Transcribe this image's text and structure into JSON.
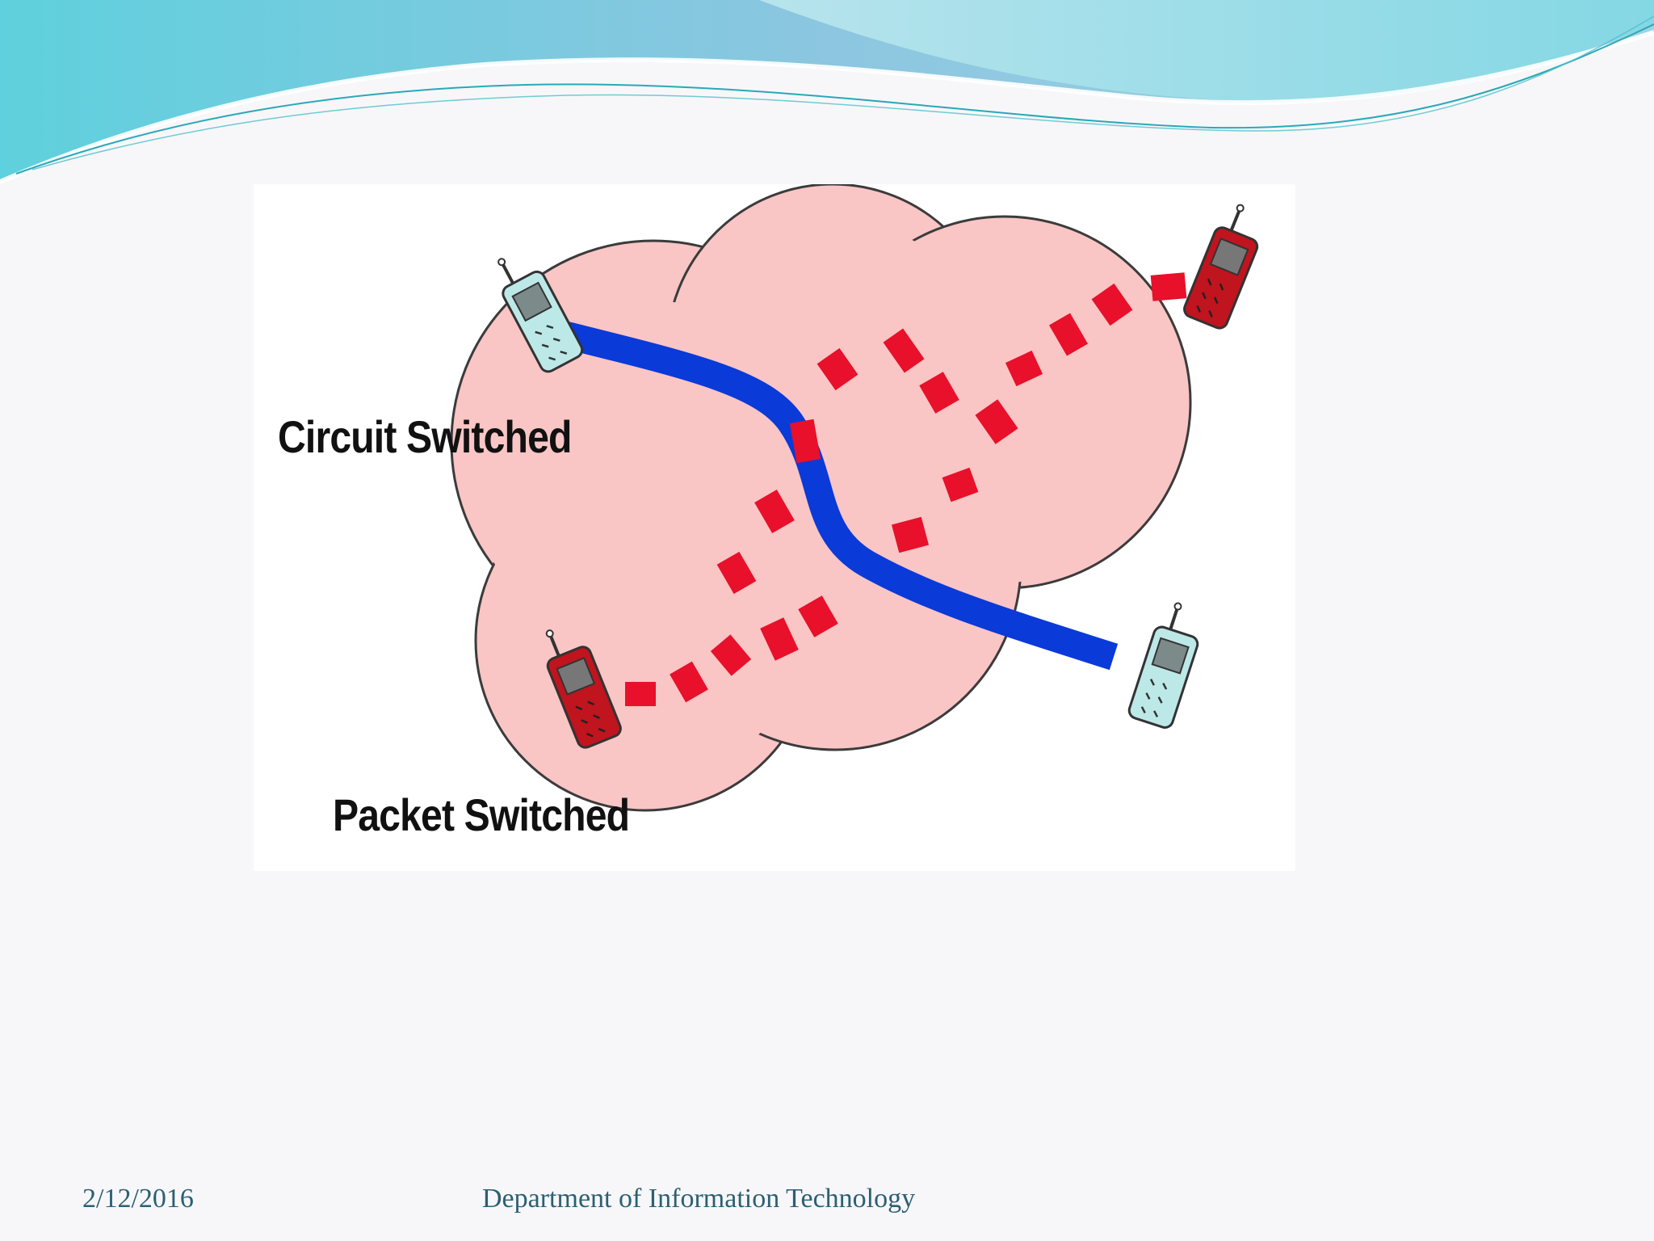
{
  "diagram": {
    "label_circuit": "Circuit Switched",
    "label_packet": "Packet Switched"
  },
  "footer": {
    "date": "2/12/2016",
    "department": "Department of Information Technology"
  },
  "colors": {
    "cloud_fill": "#f9c5c5",
    "cloud_stroke": "#3b3b3b",
    "circuit_path": "#0a3ad8",
    "packet": "#e8102a",
    "phone_circuit": "#bde8e8",
    "phone_packet": "#c0141e",
    "footer_text": "#2c5f73"
  }
}
